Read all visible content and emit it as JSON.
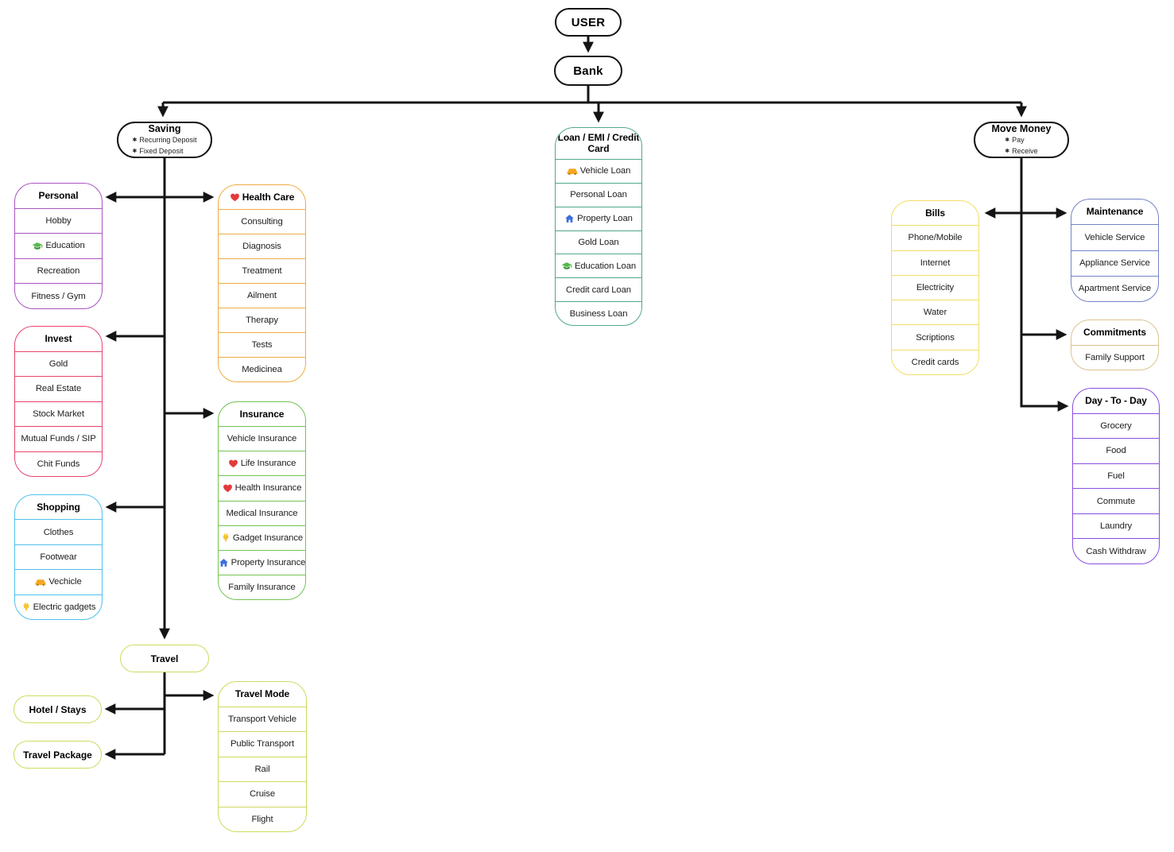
{
  "bullet": "✱",
  "line_color": "#141414",
  "icons": {
    "heart": "#E23B3B",
    "car": "#F6A623",
    "plug": "#F7C331",
    "house": "#3B6FE0",
    "graduation-cap": "#55B94A"
  },
  "nodes": {
    "user": {
      "label": "USER",
      "color": "#141414"
    },
    "bank": {
      "label": "Bank",
      "color": "#141414"
    },
    "saving": {
      "label": "Saving",
      "color": "#141414",
      "bullets": [
        "Recurring Deposit",
        "Fixed Deposit"
      ]
    },
    "move_money": {
      "label": "Move Money",
      "color": "#141414",
      "bullets": [
        "Pay",
        "Receive"
      ]
    },
    "travel": {
      "label": "Travel",
      "color": "#CFDA5F"
    },
    "hotel_stays": {
      "label": "Hotel / Stays",
      "color": "#CFDA5F"
    },
    "travel_package": {
      "label": "Travel Package",
      "color": "#CFDA5F"
    }
  },
  "boxes": {
    "personal": {
      "title": "Personal",
      "color": "#A855C0",
      "items": [
        {
          "label": "Hobby"
        },
        {
          "label": "Education",
          "icon": "graduation-cap"
        },
        {
          "label": "Recreation"
        },
        {
          "label": "Fitness / Gym"
        }
      ]
    },
    "health_care": {
      "title": "Health Care",
      "title_icon": "heart",
      "color": "#EFAC44",
      "items": [
        {
          "label": "Consulting"
        },
        {
          "label": "Diagnosis"
        },
        {
          "label": "Treatment"
        },
        {
          "label": "Ailment"
        },
        {
          "label": "Therapy"
        },
        {
          "label": "Tests"
        },
        {
          "label": "Medicinea"
        }
      ]
    },
    "invest": {
      "title": "Invest",
      "color": "#E8436E",
      "items": [
        {
          "label": "Gold"
        },
        {
          "label": "Real Estate"
        },
        {
          "label": "Stock Market"
        },
        {
          "label": "Mutual Funds / SIP"
        },
        {
          "label": "Chit Funds"
        }
      ]
    },
    "insurance": {
      "title": "Insurance",
      "color": "#74C356",
      "items": [
        {
          "label": "Vehicle Insurance"
        },
        {
          "label": "Life Insurance",
          "icon": "heart"
        },
        {
          "label": "Health Insurance",
          "icon": "heart"
        },
        {
          "label": "Medical Insurance"
        },
        {
          "label": "Gadget Insurance",
          "icon": "plug"
        },
        {
          "label": "Property Insurance",
          "icon": "house"
        },
        {
          "label": "Family Insurance"
        }
      ]
    },
    "shopping": {
      "title": "Shopping",
      "color": "#4FC0ED",
      "items": [
        {
          "label": "Clothes"
        },
        {
          "label": "Footwear"
        },
        {
          "label": "Vechicle",
          "icon": "car"
        },
        {
          "label": "Electric gadgets",
          "icon": "plug"
        }
      ]
    },
    "loan": {
      "title": "Loan / EMI / Credit Card",
      "color": "#51A888",
      "items": [
        {
          "label": "Vehicle Loan",
          "icon": "car"
        },
        {
          "label": "Personal Loan"
        },
        {
          "label": "Property Loan",
          "icon": "house"
        },
        {
          "label": "Gold Loan"
        },
        {
          "label": "Education Loan",
          "icon": "graduation-cap"
        },
        {
          "label": "Credit card Loan"
        },
        {
          "label": "Business Loan"
        }
      ]
    },
    "bills": {
      "title": "Bills",
      "color": "#F2DD66",
      "items": [
        {
          "label": "Phone/Mobile"
        },
        {
          "label": "Internet"
        },
        {
          "label": "Electricity"
        },
        {
          "label": "Water"
        },
        {
          "label": "Scriptions"
        },
        {
          "label": "Credit cards"
        }
      ]
    },
    "maintenance": {
      "title": "Maintenance",
      "color": "#7583C5",
      "items": [
        {
          "label": "Vehicle Service"
        },
        {
          "label": "Appliance Service"
        },
        {
          "label": "Apartment Service"
        }
      ]
    },
    "commitments": {
      "title": "Commitments",
      "color": "#DBC28F",
      "items": [
        {
          "label": "Family Support"
        }
      ]
    },
    "day_to_day": {
      "title": "Day - To - Day",
      "color": "#8A4FE0",
      "items": [
        {
          "label": "Grocery"
        },
        {
          "label": "Food"
        },
        {
          "label": "Fuel"
        },
        {
          "label": "Commute"
        },
        {
          "label": "Laundry"
        },
        {
          "label": "Cash Withdraw"
        }
      ]
    },
    "travel_mode": {
      "title": "Travel Mode",
      "color": "#CFDA5F",
      "items": [
        {
          "label": "Transport Vehicle"
        },
        {
          "label": "Public Transport"
        },
        {
          "label": "Rail"
        },
        {
          "label": "Cruise"
        },
        {
          "label": "Flight"
        }
      ]
    }
  }
}
